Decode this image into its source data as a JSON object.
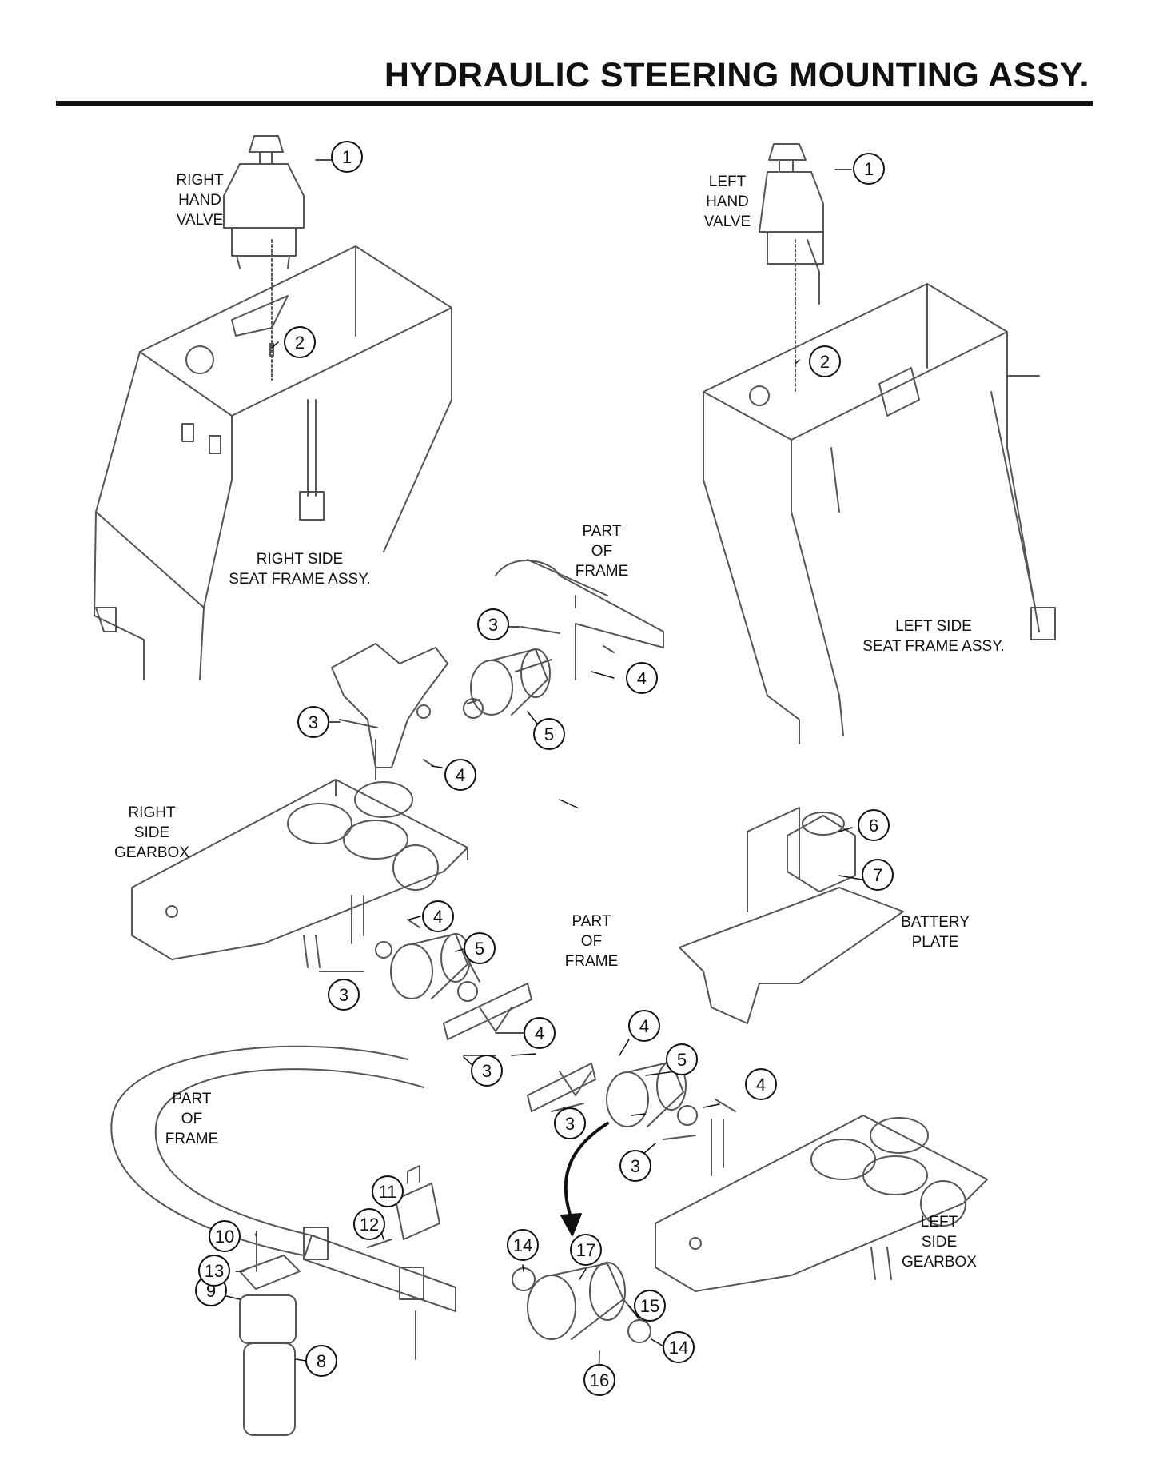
{
  "title": "HYDRAULIC STEERING MOUNTING ASSY.",
  "labels": {
    "right_hand_valve": [
      "RIGHT",
      "HAND",
      "VALVE"
    ],
    "left_hand_valve": [
      "LEFT",
      "HAND",
      "VALVE"
    ],
    "right_side_seat_frame": [
      "RIGHT SIDE",
      "SEAT FRAME ASSY."
    ],
    "left_side_seat_frame": [
      "LEFT SIDE",
      "SEAT FRAME ASSY."
    ],
    "part_of_frame_top": [
      "PART",
      "OF",
      "FRAME"
    ],
    "part_of_frame_mid": [
      "PART",
      "OF",
      "FRAME"
    ],
    "part_of_frame_left": [
      "PART",
      "OF",
      "FRAME"
    ],
    "right_side_gearbox": [
      "RIGHT",
      "SIDE",
      "GEARBOX"
    ],
    "left_side_gearbox": [
      "LEFT",
      "SIDE",
      "GEARBOX"
    ],
    "battery_plate": [
      "BATTERY",
      "PLATE"
    ]
  },
  "callouts": [
    {
      "id": "c1a",
      "num": "1"
    },
    {
      "id": "c1b",
      "num": "1"
    },
    {
      "id": "c2a",
      "num": "2"
    },
    {
      "id": "c2b",
      "num": "2"
    },
    {
      "id": "c3a",
      "num": "3"
    },
    {
      "id": "c3b",
      "num": "3"
    },
    {
      "id": "c3c",
      "num": "3"
    },
    {
      "id": "c3d",
      "num": "3"
    },
    {
      "id": "c3e",
      "num": "3"
    },
    {
      "id": "c3f",
      "num": "3"
    },
    {
      "id": "c4a",
      "num": "4"
    },
    {
      "id": "c4b",
      "num": "4"
    },
    {
      "id": "c4c",
      "num": "4"
    },
    {
      "id": "c4d",
      "num": "4"
    },
    {
      "id": "c4e",
      "num": "4"
    },
    {
      "id": "c4f",
      "num": "4"
    },
    {
      "id": "c5a",
      "num": "5"
    },
    {
      "id": "c5b",
      "num": "5"
    },
    {
      "id": "c5c",
      "num": "5"
    },
    {
      "id": "c6",
      "num": "6"
    },
    {
      "id": "c7",
      "num": "7"
    },
    {
      "id": "c8",
      "num": "8"
    },
    {
      "id": "c9",
      "num": "9"
    },
    {
      "id": "c10",
      "num": "10"
    },
    {
      "id": "c11",
      "num": "11"
    },
    {
      "id": "c12",
      "num": "12"
    },
    {
      "id": "c13",
      "num": "13"
    },
    {
      "id": "c14a",
      "num": "14"
    },
    {
      "id": "c14b",
      "num": "14"
    },
    {
      "id": "c15",
      "num": "15"
    },
    {
      "id": "c16",
      "num": "16"
    },
    {
      "id": "c17",
      "num": "17"
    }
  ]
}
